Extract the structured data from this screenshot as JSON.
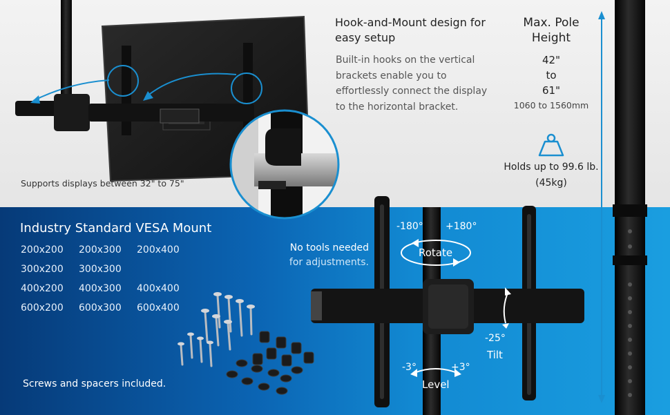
{
  "hook_mount": {
    "title": "Hook-and-Mount design for easy setup",
    "description": "Built-in hooks on the vertical brackets enable you to effortlessly connect the display to the horizontal bracket."
  },
  "pole": {
    "title": "Max. Pole Height",
    "min": "42\"",
    "to": "to",
    "max": "61\"",
    "metric": "1060 to 1560mm"
  },
  "capacity": {
    "text": "Holds up to 99.6 lb. (45kg)",
    "icon": "weight-icon"
  },
  "supports_caption": "Supports displays between 32\" to 75\"",
  "vesa": {
    "title": "Industry Standard VESA Mount",
    "rows": [
      [
        "200x200",
        "200x300",
        "200x400"
      ],
      [
        "300x200",
        "300x300",
        ""
      ],
      [
        "400x200",
        "400x300",
        "400x400"
      ],
      [
        "600x200",
        "600x300",
        "600x400"
      ]
    ]
  },
  "screws_caption": "Screws and spacers included.",
  "no_tools": {
    "line1": "No tools needed",
    "line2": "for adjustments."
  },
  "rotate": {
    "left": "-180°",
    "right": "+180°",
    "label": "Rotate"
  },
  "tilt": {
    "value": "-25°",
    "label": "Tilt"
  },
  "level": {
    "left": "-3°",
    "right": "+3°",
    "label": "Level"
  },
  "colors": {
    "accent": "#1a8fd0",
    "navy": "#063a78",
    "panel": "#ececec"
  }
}
